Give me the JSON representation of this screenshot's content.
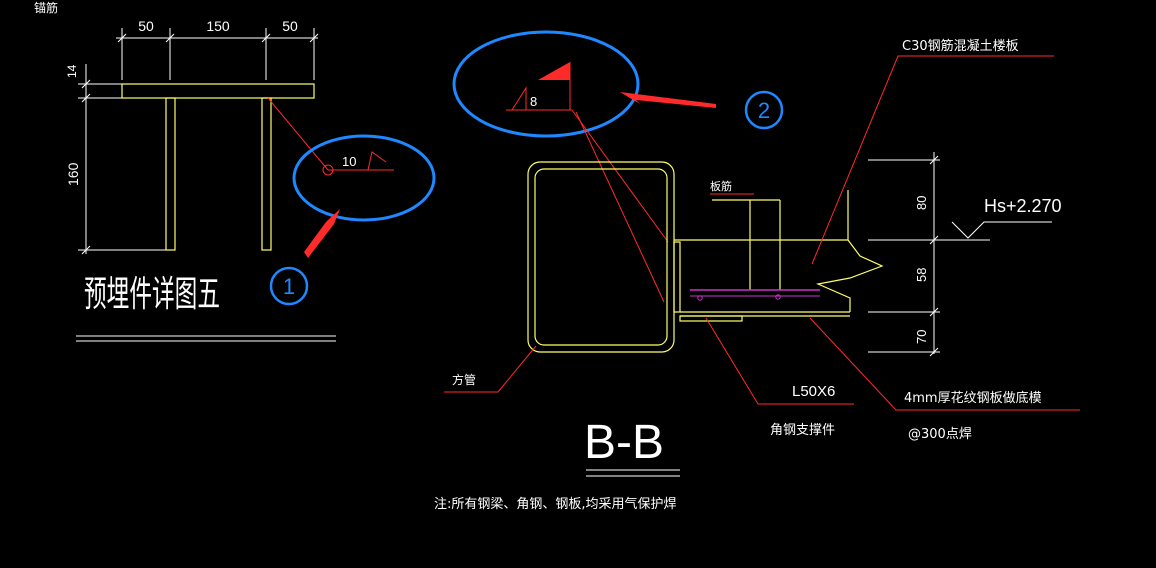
{
  "top_left_label": "锚筋",
  "dims_top": [
    "50",
    "150",
    "50"
  ],
  "dim_side_small": "14",
  "dim_side_large": "160",
  "weld_size_left": "10",
  "detail_title": "预埋件详图五",
  "weld_size_right": "8",
  "callout_1": "1",
  "callout_2": "2",
  "label_slab": "C30钢筋混凝土楼板",
  "label_rebar": "板筋",
  "elevation": "Hs+2.270",
  "dims_right": [
    "80",
    "58",
    "70"
  ],
  "label_tube": "方管",
  "label_angle": "L50X6",
  "label_angle_desc": "角钢支撑件",
  "label_plate": "4mm厚花纹钢板做底模",
  "label_spot_weld": "@300点焊",
  "section_title": "B-B",
  "note": "注:所有钢梁、角钢、钢板,均采用气保护焊",
  "colors": {
    "line_yellow": "#ffff66",
    "line_red": "#ff2a2a",
    "callout_blue": "#1e88ff",
    "plate_magenta": "#cc33cc",
    "text_white": "#ffffff"
  }
}
